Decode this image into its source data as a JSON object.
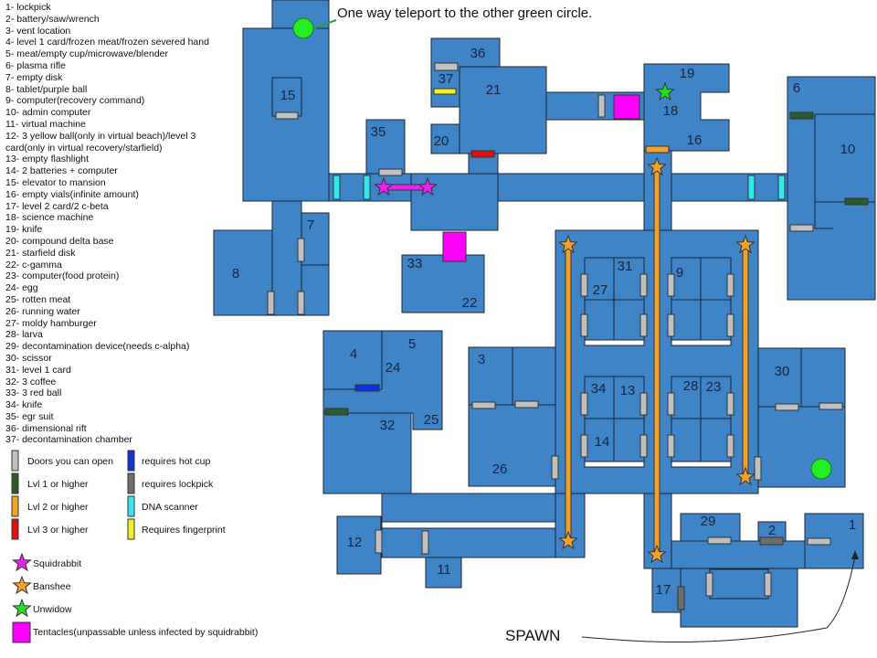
{
  "items": [
    "1- lockpick",
    "2- battery/saw/wrench",
    "3- vent location",
    "4- level 1 card/frozen meat/frozen severed hand",
    "5- meat/empty cup/microwave/blender",
    "6- plasma rifle",
    "7- empty disk",
    "8- tablet/purple ball",
    "9- computer(recovery command)",
    "10- admin computer",
    "11- virtual machine",
    "12- 3 yellow ball(only in virtual beach)/level 3 card(only in virtual recovery/starfield)",
    "13- empty flashlight",
    "14- 2 batteries + computer",
    "15- elevator to mansion",
    "16- empty vials(infinite amount)",
    "17- level 2 card/2 c-beta",
    "18- science machine",
    "19- knife",
    "20- compound delta base",
    "21- starfield disk",
    "22- c-gamma",
    "23- computer(food protein)",
    "24- egg",
    "25- rotten meat",
    "26- running water",
    "27- moldy hamburger",
    "28- larva",
    "29- decontamination device(needs c-alpha)",
    "30- scissor",
    "31- level 1 card",
    "32- 3 coffee",
    "33- 3 red ball",
    "34- knife",
    "35- egr suit",
    "36- dimensional rift",
    "37- decontamination chamber"
  ],
  "legend": {
    "doors_open": "Doors you can open",
    "lvl1": "Lvl 1 or higher",
    "lvl2": "Lvl 2 or higher",
    "lvl3": "Lvl 3 or higher",
    "hot_cup": "requires hot cup",
    "lockpick": "requires lockpick",
    "dna": "DNA scanner",
    "fingerprint": "Requires fingerprint",
    "squidrabbit": "Squidrabbit",
    "banshee": "Banshee",
    "unwidow": "Unwidow",
    "tentacles": "Tentacles(unpassable unless infected by squidrabbit)"
  },
  "colors": {
    "room": "#3f84c7",
    "door": "#c0c0c0",
    "lvl1": "#2e5a2a",
    "lvl2": "#f2a12a",
    "lvl3": "#e01010",
    "hot_cup": "#1030e0",
    "lockpick": "#6e6e6e",
    "dna": "#30eaf0",
    "fingerprint": "#f5f020",
    "squidrabbit": "#ee22ee",
    "banshee": "#f2a12a",
    "unwidow": "#22dd22",
    "tentacles": "#ff00ff"
  },
  "map": {
    "teleport_note": "One way teleport to the other green circle.",
    "spawn": "SPAWN",
    "rooms": {
      "r1": "1",
      "r2": "2",
      "r3": "3",
      "r4": "4",
      "r5": "5",
      "r6": "6",
      "r7": "7",
      "r8": "8",
      "r9": "9",
      "r10": "10",
      "r11": "11",
      "r12": "12",
      "r13": "13",
      "r14": "14",
      "r15": "15",
      "r16": "16",
      "r17": "17",
      "r18": "18",
      "r19": "19",
      "r20": "20",
      "r21": "21",
      "r22": "22",
      "r23": "23",
      "r24": "24",
      "r25": "25",
      "r26": "26",
      "r27": "27",
      "r28": "28",
      "r29": "29",
      "r30": "30",
      "r31": "31",
      "r32": "32",
      "r33": "33",
      "r34": "34",
      "r35": "35",
      "r36": "36",
      "r37": "37"
    }
  }
}
